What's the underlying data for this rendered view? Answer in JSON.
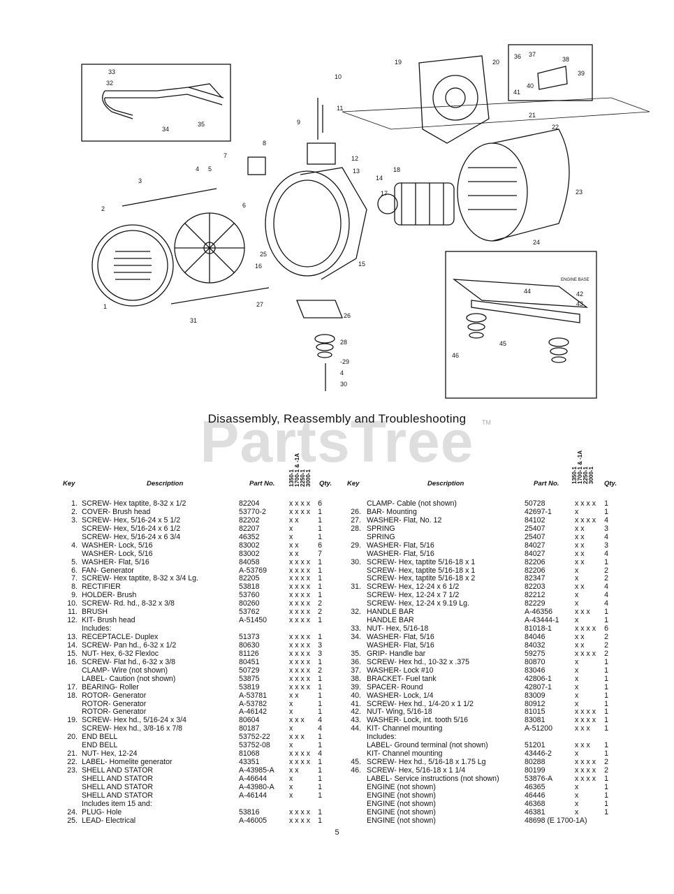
{
  "page": {
    "title": "Disassembly, Reassembly and Troubleshooting",
    "trademark": "TM",
    "watermark": "PartsTree",
    "page_number": "5"
  },
  "headers": {
    "key": "Key",
    "description": "Description",
    "part_no": "Part No.",
    "qty": "Qty.",
    "models": [
      "1350-1",
      "1700-1 & -1A",
      "2250-1",
      "3000-1"
    ]
  },
  "diagram_callouts": [
    "1",
    "2",
    "3",
    "4",
    "5",
    "6",
    "7",
    "8",
    "9",
    "10",
    "11",
    "12",
    "13",
    "14",
    "15",
    "16",
    "17",
    "18",
    "19",
    "20",
    "21",
    "22",
    "23",
    "24",
    "25",
    "26",
    "27",
    "28",
    "29",
    "30",
    "31",
    "32",
    "33",
    "34",
    "35",
    "36",
    "37",
    "38",
    "39",
    "40",
    "41",
    "42",
    "43",
    "44",
    "45",
    "46",
    "ENGINE BASE"
  ],
  "left_parts": [
    {
      "key": "1.",
      "desc": "SCREW- Hex taptite, 8-32 x 1/2",
      "pno": "82204",
      "marks": "x x x x",
      "qty": "6"
    },
    {
      "key": "2.",
      "desc": "COVER- Brush head",
      "pno": "53770-2",
      "marks": "x x x x",
      "qty": "1"
    },
    {
      "key": "3.",
      "desc": "SCREW- Hex, 5/16-24 x 5 1/2",
      "pno": "82202",
      "marks": "x x",
      "qty": "1"
    },
    {
      "key": "",
      "desc": "SCREW- Hex, 5/16-24 x 6 1/2",
      "pno": "82207",
      "marks": "x",
      "qty": "1"
    },
    {
      "key": "",
      "desc": "SCREW- Hex, 5/16-24 x 6 3/4",
      "pno": "46352",
      "marks": "x",
      "qty": "1"
    },
    {
      "key": "4.",
      "desc": "WASHER- Lock, 5/16",
      "pno": "83002",
      "marks": "x x",
      "qty": "6"
    },
    {
      "key": "",
      "desc": "WASHER- Lock, 5/16",
      "pno": "83002",
      "marks": "x x",
      "qty": "7"
    },
    {
      "key": "5.",
      "desc": "WASHER- Flat, 5/16",
      "pno": "84058",
      "marks": "x x x x",
      "qty": "1"
    },
    {
      "key": "6.",
      "desc": "FAN- Generator",
      "pno": "A-53769",
      "marks": "x x x x",
      "qty": "1"
    },
    {
      "key": "7.",
      "desc": "SCREW- Hex taptite, 8-32 x 3/4 Lg.",
      "pno": "82205",
      "marks": "x x x x",
      "qty": "1"
    },
    {
      "key": "8.",
      "desc": "RECTIFIER",
      "pno": "53818",
      "marks": "x x x x",
      "qty": "1"
    },
    {
      "key": "9.",
      "desc": "HOLDER- Brush",
      "pno": "53760",
      "marks": "x x x x",
      "qty": "1"
    },
    {
      "key": "10.",
      "desc": "SCREW- Rd. hd., 8-32 x 3/8",
      "pno": "80260",
      "marks": "x x x x",
      "qty": "2"
    },
    {
      "key": "11.",
      "desc": "BRUSH",
      "pno": "53762",
      "marks": "x x x x",
      "qty": "2"
    },
    {
      "key": "12.",
      "desc": "KIT- Brush head",
      "pno": "A-51450",
      "marks": "x x x x",
      "qty": "1"
    },
    {
      "key": "",
      "desc": "   Includes:",
      "pno": "",
      "marks": "",
      "qty": ""
    },
    {
      "key": "13.",
      "desc": "   RECEPTACLE- Duplex",
      "pno": "51373",
      "marks": "x x x x",
      "qty": "1"
    },
    {
      "key": "14.",
      "desc": "   SCREW- Pan hd., 6-32 x 1/2",
      "pno": "80630",
      "marks": "x x x x",
      "qty": "3"
    },
    {
      "key": "15.",
      "desc": "   NUT- Hex, 6-32 Flexloc",
      "pno": "81126",
      "marks": "x x x x",
      "qty": "3"
    },
    {
      "key": "16.",
      "desc": "   SCREW- Flat hd., 6-32 x 3/8",
      "pno": "80451",
      "marks": "x x x x",
      "qty": "1"
    },
    {
      "key": "",
      "desc": "   CLAMP- Wire (not shown)",
      "pno": "50729",
      "marks": "x x x x",
      "qty": "2"
    },
    {
      "key": "",
      "desc": "   LABEL- Caution (not shown)",
      "pno": "53875",
      "marks": "x x x x",
      "qty": "1"
    },
    {
      "key": "17.",
      "desc": "BEARING- Roller",
      "pno": "53819",
      "marks": "x x x x",
      "qty": "1"
    },
    {
      "key": "18.",
      "desc": "ROTOR- Generator",
      "pno": "A-53781",
      "marks": "x x",
      "qty": "1"
    },
    {
      "key": "",
      "desc": "ROTOR- Generator",
      "pno": "A-53782",
      "marks": "x",
      "qty": "1"
    },
    {
      "key": "",
      "desc": "ROTOR- Generator",
      "pno": "A-46142",
      "marks": "x",
      "qty": "1"
    },
    {
      "key": "19.",
      "desc": "SCREW- Hex hd., 5/16-24 x 3/4",
      "pno": "80604",
      "marks": "x x x",
      "qty": "4"
    },
    {
      "key": "",
      "desc": "SCREW- Hex hd., 3/8-16 x 7/8",
      "pno": "80187",
      "marks": "x",
      "qty": "4"
    },
    {
      "key": "20.",
      "desc": "END BELL",
      "pno": "53752-22",
      "marks": "x x x",
      "qty": "1"
    },
    {
      "key": "",
      "desc": "END BELL",
      "pno": "53752-08",
      "marks": "x",
      "qty": "1"
    },
    {
      "key": "21.",
      "desc": "NUT- Hex, 12-24",
      "pno": "81068",
      "marks": "x x x x",
      "qty": "4"
    },
    {
      "key": "22.",
      "desc": "LABEL- Homelite generator",
      "pno": "43351",
      "marks": "x x x x",
      "qty": "1"
    },
    {
      "key": "23.",
      "desc": "SHELL AND STATOR",
      "pno": "A-43985-A",
      "marks": "x x",
      "qty": "1"
    },
    {
      "key": "",
      "desc": "SHELL AND STATOR",
      "pno": "A-46644",
      "marks": "x",
      "qty": "1"
    },
    {
      "key": "",
      "desc": "SHELL AND STATOR",
      "pno": "A-43980-A",
      "marks": "x",
      "qty": "1"
    },
    {
      "key": "",
      "desc": "SHELL AND STATOR",
      "pno": "A-46144",
      "marks": "x",
      "qty": "1"
    },
    {
      "key": "",
      "desc": "   Includes item 15 and:",
      "pno": "",
      "marks": "",
      "qty": ""
    },
    {
      "key": "24.",
      "desc": "   PLUG- Hole",
      "pno": "53816",
      "marks": "x x x x",
      "qty": "1"
    },
    {
      "key": "25.",
      "desc": "   LEAD- Electrical",
      "pno": "A-46005",
      "marks": "x x x x",
      "qty": "1"
    }
  ],
  "right_parts": [
    {
      "key": "",
      "desc": "CLAMP- Cable (not shown)",
      "pno": "50728",
      "marks": "x x x x",
      "qty": "1"
    },
    {
      "key": "26.",
      "desc": "BAR- Mounting",
      "pno": "42697-1",
      "marks": "x",
      "qty": "1"
    },
    {
      "key": "27.",
      "desc": "WASHER- Flat, No. 12",
      "pno": "84102",
      "marks": "x x x x",
      "qty": "4"
    },
    {
      "key": "28.",
      "desc": "SPRING",
      "pno": "25407",
      "marks": "x x",
      "qty": "3"
    },
    {
      "key": "",
      "desc": "SPRING",
      "pno": "25407",
      "marks": "x x",
      "qty": "4"
    },
    {
      "key": "29.",
      "desc": "WASHER- Flat, 5/16",
      "pno": "84027",
      "marks": "x x",
      "qty": "3"
    },
    {
      "key": "",
      "desc": "WASHER- Flat, 5/16",
      "pno": "84027",
      "marks": "x x",
      "qty": "4"
    },
    {
      "key": "30.",
      "desc": "SCREW- Hex, taptite 5/16-18 x 1",
      "pno": "82206",
      "marks": "x x",
      "qty": "1"
    },
    {
      "key": "",
      "desc": "SCREW- Hex, taptite 5/16-18 x 1",
      "pno": "82206",
      "marks": "x",
      "qty": "2"
    },
    {
      "key": "",
      "desc": "SCREW- Hex, taptite 5/16-18 x 2",
      "pno": "82347",
      "marks": "x",
      "qty": "2"
    },
    {
      "key": "31.",
      "desc": "SCREW- Hex, 12-24 x 6 1/2",
      "pno": "82203",
      "marks": "x x",
      "qty": "4"
    },
    {
      "key": "",
      "desc": "SCREW- Hex, 12-24 x 7 1/2",
      "pno": "82212",
      "marks": "x",
      "qty": "4"
    },
    {
      "key": "",
      "desc": "SCREW- Hex, 12-24 x 9.19 Lg.",
      "pno": "82229",
      "marks": "x",
      "qty": "4"
    },
    {
      "key": "32.",
      "desc": "HANDLE BAR",
      "pno": "A-46356",
      "marks": "x x x",
      "qty": "1"
    },
    {
      "key": "",
      "desc": "HANDLE BAR",
      "pno": "A-43444-1",
      "marks": "x",
      "qty": "1"
    },
    {
      "key": "33.",
      "desc": "NUT- Hex, 5/16-18",
      "pno": "81018-1",
      "marks": "x x x x",
      "qty": "6"
    },
    {
      "key": "34.",
      "desc": "WASHER- Flat, 5/16",
      "pno": "84046",
      "marks": "x x",
      "qty": "2"
    },
    {
      "key": "",
      "desc": "WASHER- Flat, 5/16",
      "pno": "84032",
      "marks": "x x",
      "qty": "2"
    },
    {
      "key": "35.",
      "desc": "GRIP- Handle bar",
      "pno": "59275",
      "marks": "x x x x",
      "qty": "2"
    },
    {
      "key": "36.",
      "desc": "SCREW- Hex hd., 10-32 x .375",
      "pno": "80870",
      "marks": "x",
      "qty": "1"
    },
    {
      "key": "37.",
      "desc": "WASHER- Lock #10",
      "pno": "83046",
      "marks": "x",
      "qty": "1"
    },
    {
      "key": "38.",
      "desc": "BRACKET- Fuel tank",
      "pno": "42806-1",
      "marks": "x",
      "qty": "1"
    },
    {
      "key": "39.",
      "desc": "SPACER- Round",
      "pno": "42807-1",
      "marks": "x",
      "qty": "1"
    },
    {
      "key": "40.",
      "desc": "WASHER- Lock, 1/4",
      "pno": "83009",
      "marks": "x",
      "qty": "1"
    },
    {
      "key": "41.",
      "desc": "SCREW- Hex hd., 1/4-20 x 1 1/2",
      "pno": "80912",
      "marks": "x",
      "qty": "1"
    },
    {
      "key": "42.",
      "desc": "NUT- Wing, 5/16-18",
      "pno": "81015",
      "marks": "x x x x",
      "qty": "1"
    },
    {
      "key": "43.",
      "desc": "WASHER- Lock, int. tooth 5/16",
      "pno": "83081",
      "marks": "x x x x",
      "qty": "1"
    },
    {
      "key": "44.",
      "desc": "KIT- Channel mounting",
      "pno": "A-51200",
      "marks": "x x x",
      "qty": "1"
    },
    {
      "key": "",
      "desc": "   Includes:",
      "pno": "",
      "marks": "",
      "qty": ""
    },
    {
      "key": "",
      "desc": "   LABEL- Ground terminal (not shown)",
      "pno": "51201",
      "marks": "x x x",
      "qty": "1"
    },
    {
      "key": "",
      "desc": "KIT- Channel mounting",
      "pno": "43446-2",
      "marks": "x",
      "qty": "1"
    },
    {
      "key": "45.",
      "desc": "SCREW- Hex hd., 5/16-18 x 1.75 Lg",
      "pno": "80288",
      "marks": "x x x x",
      "qty": "2"
    },
    {
      "key": "46.",
      "desc": "SCREW- Hex, 5/16-18 x 1 1/4",
      "pno": "80199",
      "marks": "x x x x",
      "qty": "2"
    },
    {
      "key": "",
      "desc": "LABEL- Service instructions (not shown)",
      "pno": "53876-A",
      "marks": "x x x x",
      "qty": "1"
    },
    {
      "key": "",
      "desc": "ENGINE (not shown)",
      "pno": "46365",
      "marks": "x",
      "qty": "1"
    },
    {
      "key": "",
      "desc": "ENGINE (not shown)",
      "pno": "46446",
      "marks": "x",
      "qty": "1"
    },
    {
      "key": "",
      "desc": "ENGINE (not shown)",
      "pno": "46368",
      "marks": "x",
      "qty": "1"
    },
    {
      "key": "",
      "desc": "ENGINE (not shown)",
      "pno": "46381",
      "marks": "x",
      "qty": "1"
    },
    {
      "key": "",
      "desc": "ENGINE (not shown)",
      "pno": "48698 (E 1700-1A)",
      "marks": "",
      "qty": ""
    }
  ]
}
